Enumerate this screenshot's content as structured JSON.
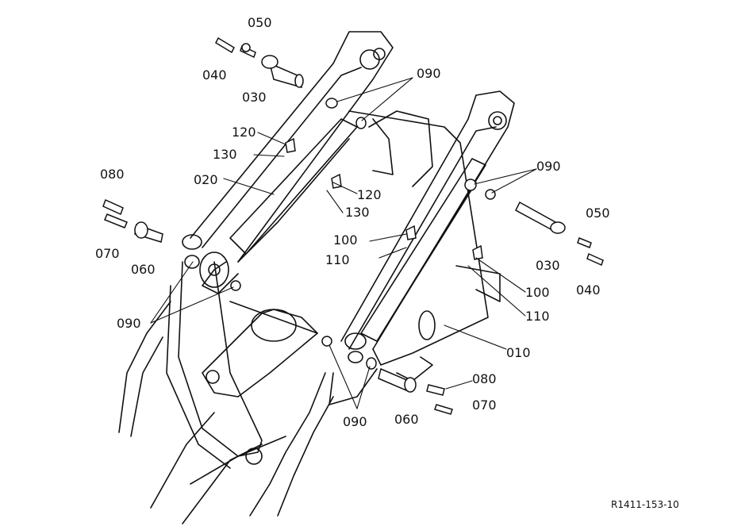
{
  "labels": {
    "p050_top": "050",
    "p040_top": "040",
    "p030_top": "030",
    "p090_top": "090",
    "p120_a": "120",
    "p130_a": "130",
    "p020": "020",
    "p120_b": "120",
    "p130_b": "130",
    "p080_left": "080",
    "p070_left": "070",
    "p060_left": "060",
    "p090_right": "090",
    "p050_right": "050",
    "p030_right": "030",
    "p040_right": "040",
    "p100_a": "100",
    "p110_a": "110",
    "p100_b": "100",
    "p110_b": "110",
    "p090_left": "090",
    "p010": "010",
    "p080_bottom": "080",
    "p070_bottom": "070",
    "p090_bottom": "090",
    "p060_bottom": "060"
  },
  "reference_code": "R1411-153-10"
}
